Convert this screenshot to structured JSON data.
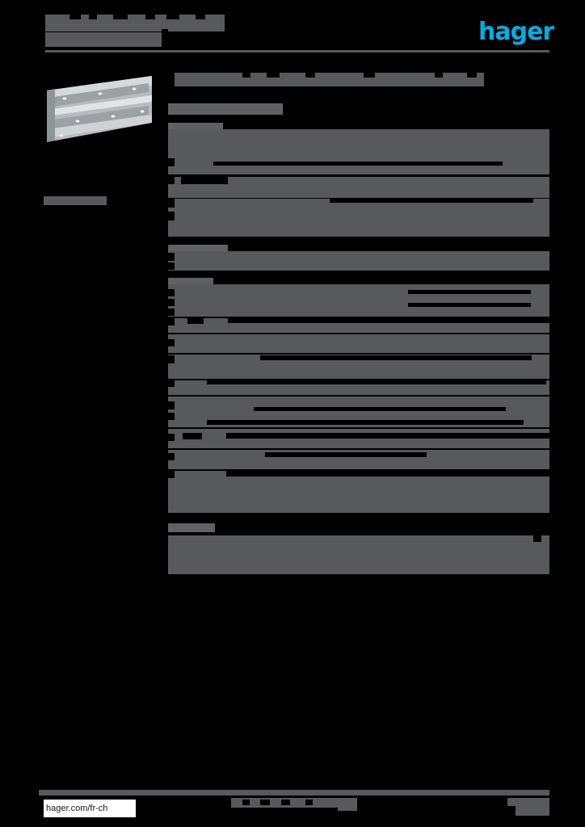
{
  "document": {
    "type": "product-datasheet",
    "page_background": "#000000",
    "redaction_color": "#58595b",
    "brand_color": "#00aee4"
  },
  "header": {
    "logo_text": "hager",
    "title_redacted": true,
    "subtitle_redacted": true
  },
  "product": {
    "image_description": "grey cable trunking duct profile",
    "image_colors": {
      "body": "#b9bdc0",
      "highlight": "#e3e6e8",
      "shadow": "#8d9296"
    },
    "caption_redacted": true
  },
  "main": {
    "title_redacted": true,
    "sections": [
      {
        "heading_redacted": true,
        "rows_redacted": true
      },
      {
        "heading_redacted": true,
        "rows_redacted": true
      },
      {
        "heading_redacted": true,
        "rows_redacted": true
      },
      {
        "heading_redacted": true,
        "rows_redacted": true
      },
      {
        "heading_redacted": true,
        "rows_redacted": true
      },
      {
        "heading_redacted": true,
        "rows_redacted": true
      }
    ]
  },
  "footer": {
    "url": "hager.com/fr-ch",
    "center_redacted": true,
    "right_redacted": true
  }
}
